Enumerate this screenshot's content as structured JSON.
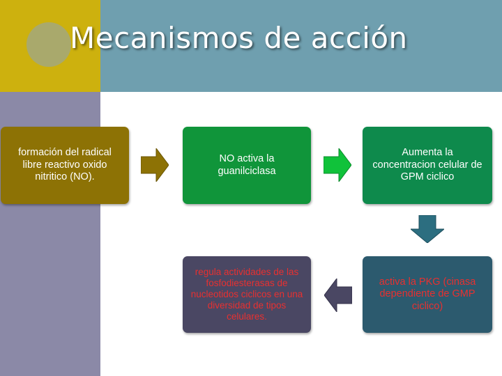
{
  "slide": {
    "title": "Mecanismos de acción"
  },
  "flow": {
    "steps": [
      "formación del radical libre reactivo oxido nitritico (NO).",
      "NO activa la guanilciclasa",
      "Aumenta la concentracion celular de GPM ciclico",
      "activa la PKG (cinasa dependiente de GMP ciclico)",
      "regula actividades de las fosfodiesterasas de nucleotidos ciclicos en una diversidad de tipos celulares."
    ]
  },
  "colors": {
    "step_1": "#8d7205",
    "step_2": "#10953a",
    "step_3": "#0e8a4c",
    "step_4": "#2c5a6e",
    "step_5": "#4a4763",
    "arrow_1": "#8d7205",
    "arrow_2": "#10c23a",
    "arrow_3": "#2c6e80",
    "arrow_4": "#4a4763",
    "highlight_text": "#e83030"
  },
  "icons": {
    "arrows": [
      "arrow-right-icon",
      "arrow-right-icon",
      "arrow-down-icon",
      "arrow-left-icon"
    ]
  }
}
